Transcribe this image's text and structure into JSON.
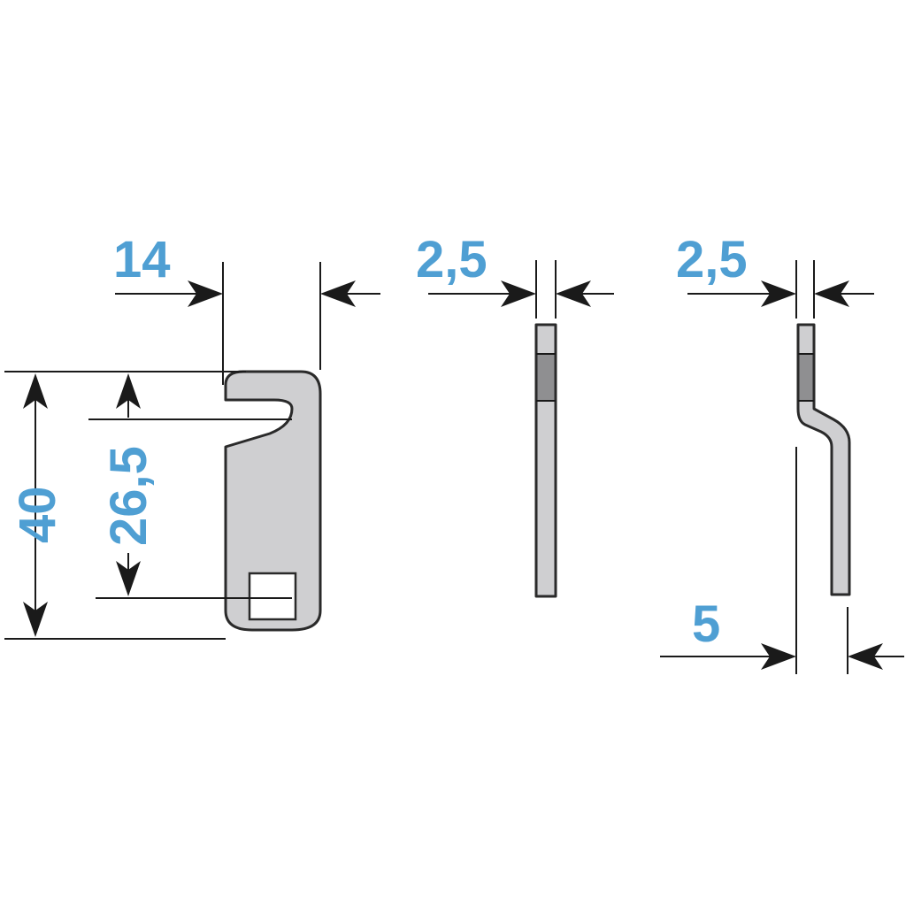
{
  "colors": {
    "dimension_text": "#4f9fd3",
    "part_fill": "#cfcfd1",
    "part_outline": "#2a2a2a",
    "dimension_lines": "#1a1a1a",
    "shaded_band": "#8f8f91"
  },
  "dimensions": {
    "front_width": "14",
    "front_total_height": "40",
    "front_hole_spacing": "26,5",
    "straight_thickness": "2,5",
    "offset_thickness": "2,5",
    "offset_amount": "5"
  }
}
